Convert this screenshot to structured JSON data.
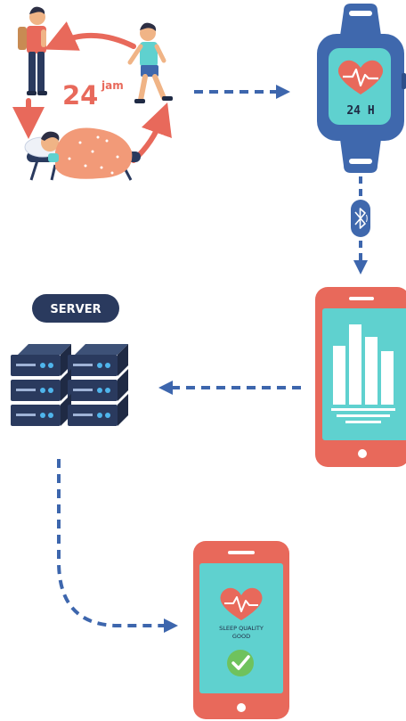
{
  "cycle": {
    "number": "24",
    "unit": "jam"
  },
  "watch": {
    "display": "24 H"
  },
  "server": {
    "label": "SERVER"
  },
  "result_phone": {
    "line1": "SLEEP QUALITY",
    "line2": "GOOD"
  },
  "colors": {
    "accent_red": "#e8695b",
    "watch_blue": "#3f68ad",
    "screen_teal": "#5fd1cf",
    "dark_navy": "#2a3a5e",
    "led_blue": "#4fb5ec",
    "dash_blue": "#3d66ad",
    "check_green": "#6fc25d"
  },
  "icons": [
    "bluetooth-icon",
    "heart-icon",
    "heartbeat-line-icon",
    "bar-chart-icon",
    "checkmark-icon",
    "server-rack-icon"
  ]
}
